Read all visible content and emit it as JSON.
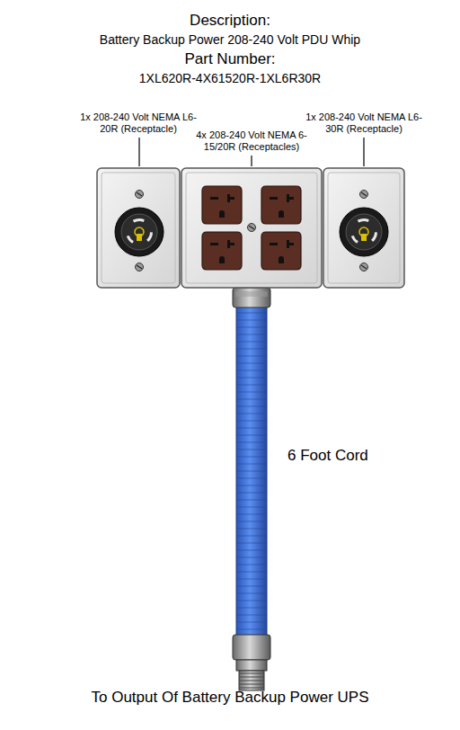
{
  "diagram": {
    "title": "Description:",
    "caption": "To Output Of Battery Backup Power UPS",
    "nodes": [
      {
        "text": [
          "1x 208-240 Volt NEMA L6-20R (Receptacle)"
        ]
      },
      {
        "text": [
          "4x 208-240 Volt NEMA 6-15/20R (Receptacles)"
        ]
      },
      {
        "text": [
          "1x 208-240 Volt NEMA L6-30R (Receptacle)"
        ]
      }
    ],
    "edges": [],
    "labels": [
      "Battery Backup Power 208-240 Volt PDU Whip",
      "Part Number:",
      "1XL620R-4X61520R-1XL6R30R",
      "6 Foot Cord"
    ]
  }
}
